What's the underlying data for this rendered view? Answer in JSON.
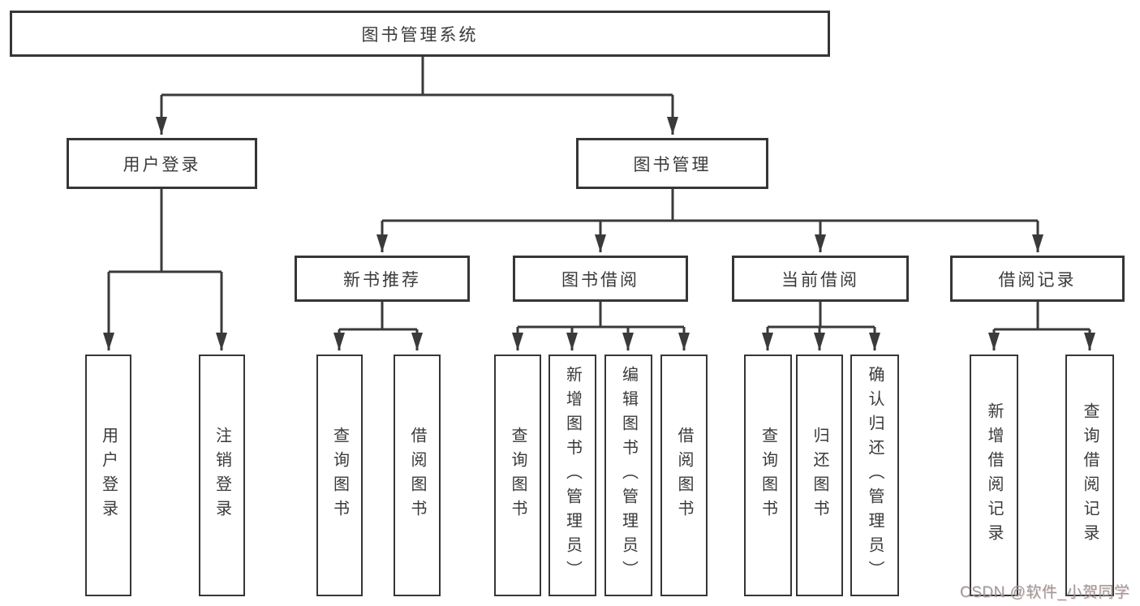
{
  "nodes": {
    "root": "图书管理系统",
    "level2": [
      "用户登录",
      "图书管理"
    ],
    "level3": [
      "新书推荐",
      "图书借阅",
      "当前借阅",
      "借阅记录"
    ],
    "leaves": [
      "用户登录",
      "注销登录",
      "查询图书",
      "借阅图书",
      "查询图书",
      "新增图书（管理员）",
      "编辑图书（管理员）",
      "借阅图书",
      "查询图书",
      "归还图书",
      "确认归还（管理员）",
      "新增借阅记录",
      "查询借阅记录"
    ]
  },
  "watermark": "CSDN @软件_小贺同学",
  "colors": {
    "line": "#3a3a3a",
    "text": "#333333",
    "watermark": "#9b9b9b",
    "background": "#ffffff"
  }
}
